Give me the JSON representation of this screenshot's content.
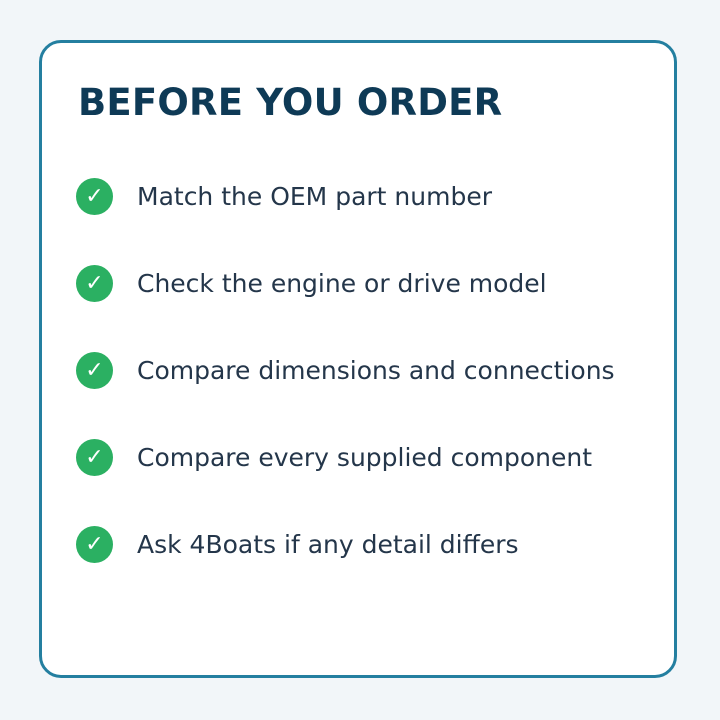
{
  "card": {
    "title": "BEFORE YOU ORDER",
    "checklist": [
      {
        "icon": "check-circle-icon",
        "glyph": "✓",
        "label": "Match the OEM part number"
      },
      {
        "icon": "check-circle-icon",
        "glyph": "✓",
        "label": "Check the engine or drive model"
      },
      {
        "icon": "check-circle-icon",
        "glyph": "✓",
        "label": "Compare dimensions and connections"
      },
      {
        "icon": "check-circle-icon",
        "glyph": "✓",
        "label": "Compare every supplied component"
      },
      {
        "icon": "check-circle-icon",
        "glyph": "✓",
        "label": "Ask 4Boats if any detail differs"
      }
    ]
  },
  "colors": {
    "page_background": "#f2f6f9",
    "card_border": "#247fa0",
    "title_text": "#0e3a56",
    "check_fill": "#2bb062",
    "item_text": "#24364a"
  }
}
